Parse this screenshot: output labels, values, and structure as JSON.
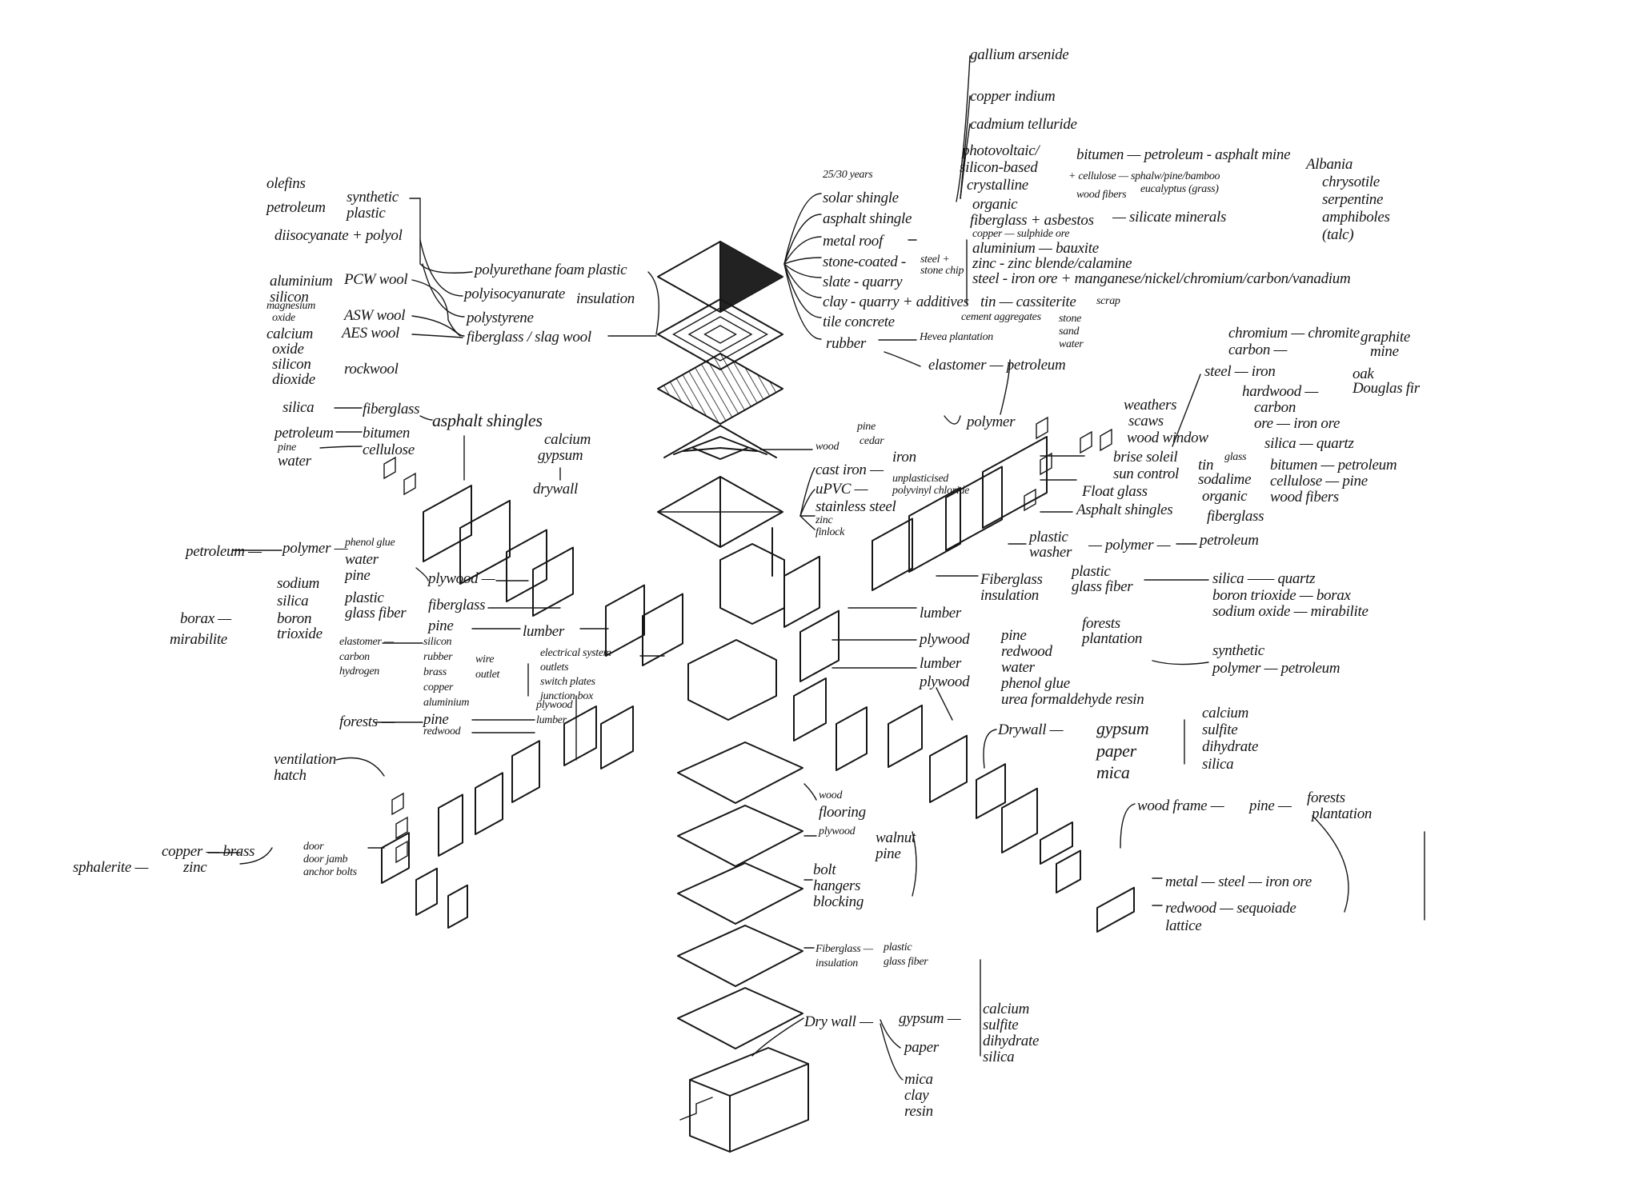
{
  "roof": [
    "gallium arsenide",
    "copper indium",
    "cadmium telluride",
    "photovoltaic/",
    "silicon-based",
    "crystalline",
    "organic",
    "fiberglass + asbestos",
    "25/30 years",
    "solar shingle",
    "asphalt shingle",
    "metal roof",
    "stone-coated -",
    "steel + stone chip",
    "slate - quarry",
    "clay - quarry + additives",
    "tile concrete",
    "rubber",
    "Hevea plantation",
    "elastomer — petroleum",
    "bitumen — petroleum - asphalt mine",
    "Albania",
    "+ cellulose — sphalw/pine/bamboo",
    "eucalyptus (grass)",
    "wood fibers",
    "— silicate minerals",
    "chrysotile",
    "serpentine",
    "amphiboles",
    "(talc)",
    "copper — sulphide ore",
    "aluminium — bauxite",
    "zinc - zinc blende/calamine",
    "steel - iron ore + manganese/nickel/chromium/carbon/vanadium",
    "scrap",
    "tin — cassiterite",
    "cement aggregates",
    "stone",
    "sand",
    "water"
  ],
  "insulation": [
    "olefins",
    "petroleum",
    "synthetic",
    "plastic",
    "diisocyanate + polyol",
    "aluminium",
    "silicon",
    "magnesium",
    "oxide",
    "calcium",
    "oxide",
    "silicon",
    "dioxide",
    "PCW wool",
    "ASW wool",
    "AES wool",
    "rockwool",
    "polyurethane foam plastic",
    "polyisocyanurate",
    "insulation",
    "polystyrene",
    "fiberglass / slag wool"
  ],
  "shingles_left": [
    "silica",
    "petroleum",
    "pine",
    "water",
    "fiberglass",
    "bitumen",
    "cellulose",
    "asphalt shingles",
    "calcium",
    "gypsum",
    "drywall"
  ],
  "envelope_left": [
    "petroleum —",
    "polymer —",
    "phenol glue",
    "water",
    "pine",
    "plywood —",
    "sodium",
    "silica",
    "plastic",
    "glass fiber",
    "fiberglass",
    "borax —",
    "boron",
    "trioxide",
    "mirabilite",
    "pine",
    "lumber",
    "elastomer —",
    "carbon",
    "hydrogen",
    "silicon",
    "rubber",
    "brass",
    "copper",
    "aluminium",
    "wire",
    "outlet",
    "electrical system",
    "outlets",
    "switch plates",
    "junction box",
    "forests —",
    "pine",
    "redwood",
    "plywood",
    "lumber",
    "ventilation",
    "hatch",
    "copper — brass",
    "zinc",
    "sphalerite —",
    "door",
    "door jamb",
    "anchor bolts"
  ],
  "envelope_right": [
    "polymer",
    "chromium — chromite",
    "carbon —",
    "graphite",
    "mine",
    "steel — iron",
    "hardwood —",
    "oak",
    "Douglas fir",
    "carbon",
    "ore — iron ore",
    "weathers",
    "scaws",
    "wood window",
    "brise soleil",
    "sun control",
    "silica — quartz",
    "tin",
    "glass",
    "sodalime",
    "bitumen — petroleum",
    "cellulose — pine",
    "wood fibers",
    "Float glass",
    "Asphalt shingles",
    "organic",
    "fiberglass",
    "plastic",
    "washer",
    "— polymer —",
    "petroleum",
    "Fiberglass",
    "insulation",
    "plastic",
    "glass fiber",
    "silica —— quartz",
    "boron trioxide — borax",
    "sodium oxide — mirabilite",
    "lumber",
    "plywood",
    "lumber",
    "plywood",
    "pine",
    "redwood",
    "water",
    "phenol glue",
    "urea formaldehyde resin",
    "forests",
    "plantation",
    "synthetic",
    "polymer — petroleum",
    "wood",
    "pine",
    "cedar",
    "cast iron —",
    "iron",
    "uPVC —",
    "unplasticised",
    "polyvinyl chloride",
    "stainless steel",
    "zinc",
    "finlock"
  ],
  "floor_bottom": [
    "wood",
    "flooring",
    "plywood",
    "walnut",
    "pine",
    "bolt",
    "hangers",
    "blocking",
    "Fiberglass —",
    "insulation",
    "plastic",
    "glass fiber",
    "calcium",
    "sulfite",
    "dihydrate",
    "silica",
    "Dry wall —",
    "gypsum —",
    "paper",
    "mica",
    "clay",
    "resin"
  ],
  "wall_right_bottom": [
    "Drywall —",
    "gypsum",
    "paper",
    "mica",
    "calcium",
    "sulfite",
    "dihydrate",
    "silica",
    "wood frame —",
    "pine —",
    "forests",
    "plantation",
    "metal — steel — iron ore",
    "redwood — sequoiade",
    "lattice"
  ],
  "colors": {
    "ink": "#161616",
    "paper": "#ffffff"
  }
}
